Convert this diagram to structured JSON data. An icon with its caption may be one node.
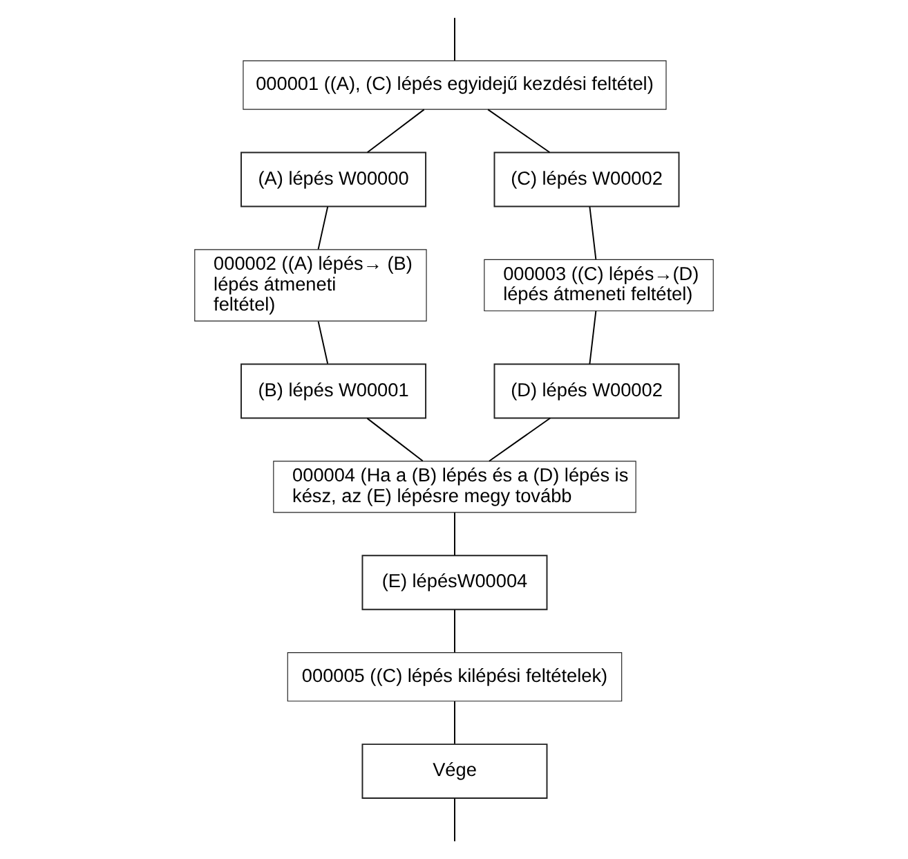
{
  "diagram": {
    "nodes": [
      {
        "text": [
          "000001 ((A), (C) lépés egyidejű kezdési feltétel)"
        ]
      },
      {
        "text": [
          "(A) lépés W00000"
        ]
      },
      {
        "text": [
          "(C) lépés W00002"
        ]
      },
      {
        "text": [
          "000002 ((A) lépés→ (B) lépés átmeneti feltétel)"
        ]
      },
      {
        "text": [
          "000003 ((C) lépés→(D) lépés átmeneti feltétel)"
        ]
      },
      {
        "text": [
          "(B) lépés W00001"
        ]
      },
      {
        "text": [
          "(D) lépés W00002"
        ]
      },
      {
        "text": [
          "000004 (Ha a (B) lépés és a (D) lépés is kész, az (E) lépésre megy tovább"
        ]
      },
      {
        "text": [
          "(E) lépésW00004"
        ]
      },
      {
        "text": [
          "000005 ((C) lépés kilépési feltételek)"
        ]
      },
      {
        "text": [
          "Vége"
        ]
      }
    ],
    "edges": [
      {
        "from": null,
        "to": 0,
        "arrow": "none"
      },
      {
        "from": 0,
        "to": 1,
        "arrow": "none"
      },
      {
        "from": 0,
        "to": 2,
        "arrow": "none"
      },
      {
        "from": 1,
        "to": 3,
        "arrow": "none"
      },
      {
        "from": 3,
        "to": 5,
        "arrow": "none"
      },
      {
        "from": 2,
        "to": 4,
        "arrow": "none"
      },
      {
        "from": 4,
        "to": 6,
        "arrow": "none"
      },
      {
        "from": 5,
        "to": 7,
        "arrow": "none"
      },
      {
        "from": 6,
        "to": 7,
        "arrow": "none"
      },
      {
        "from": 7,
        "to": 8,
        "arrow": "none"
      },
      {
        "from": 8,
        "to": 9,
        "arrow": "none"
      },
      {
        "from": 9,
        "to": 10,
        "arrow": "none"
      },
      {
        "from": 10,
        "to": null,
        "arrow": "none"
      }
    ]
  }
}
